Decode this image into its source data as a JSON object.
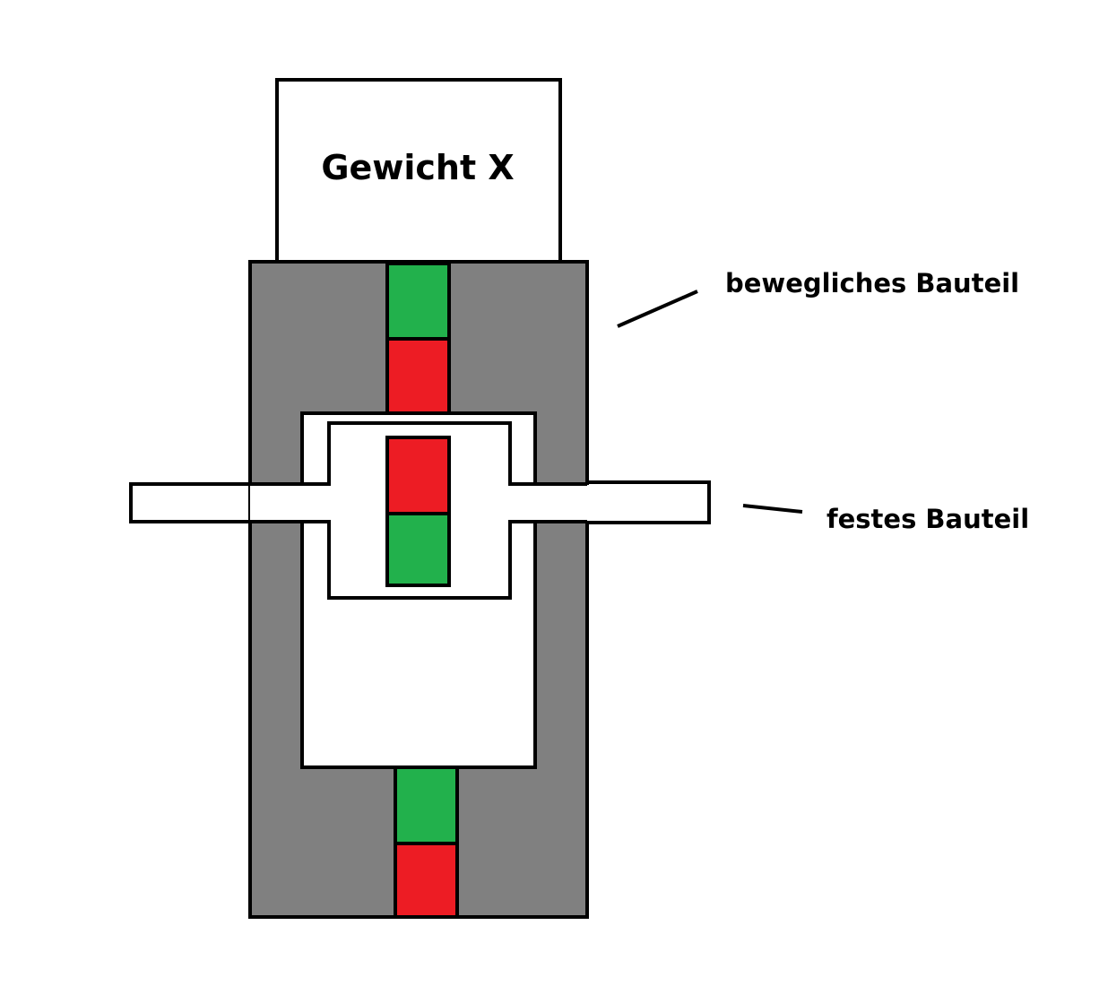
{
  "weight_box": {
    "label": "Gewicht X"
  },
  "labels": {
    "moving_part": "bewegliches Bauteil",
    "fixed_part": "festes Bauteil"
  },
  "colors": {
    "outline": "#000000",
    "moving_body": "#808080",
    "background": "#ffffff",
    "magnet_north": "#22b14c",
    "magnet_south": "#ed1c24"
  }
}
